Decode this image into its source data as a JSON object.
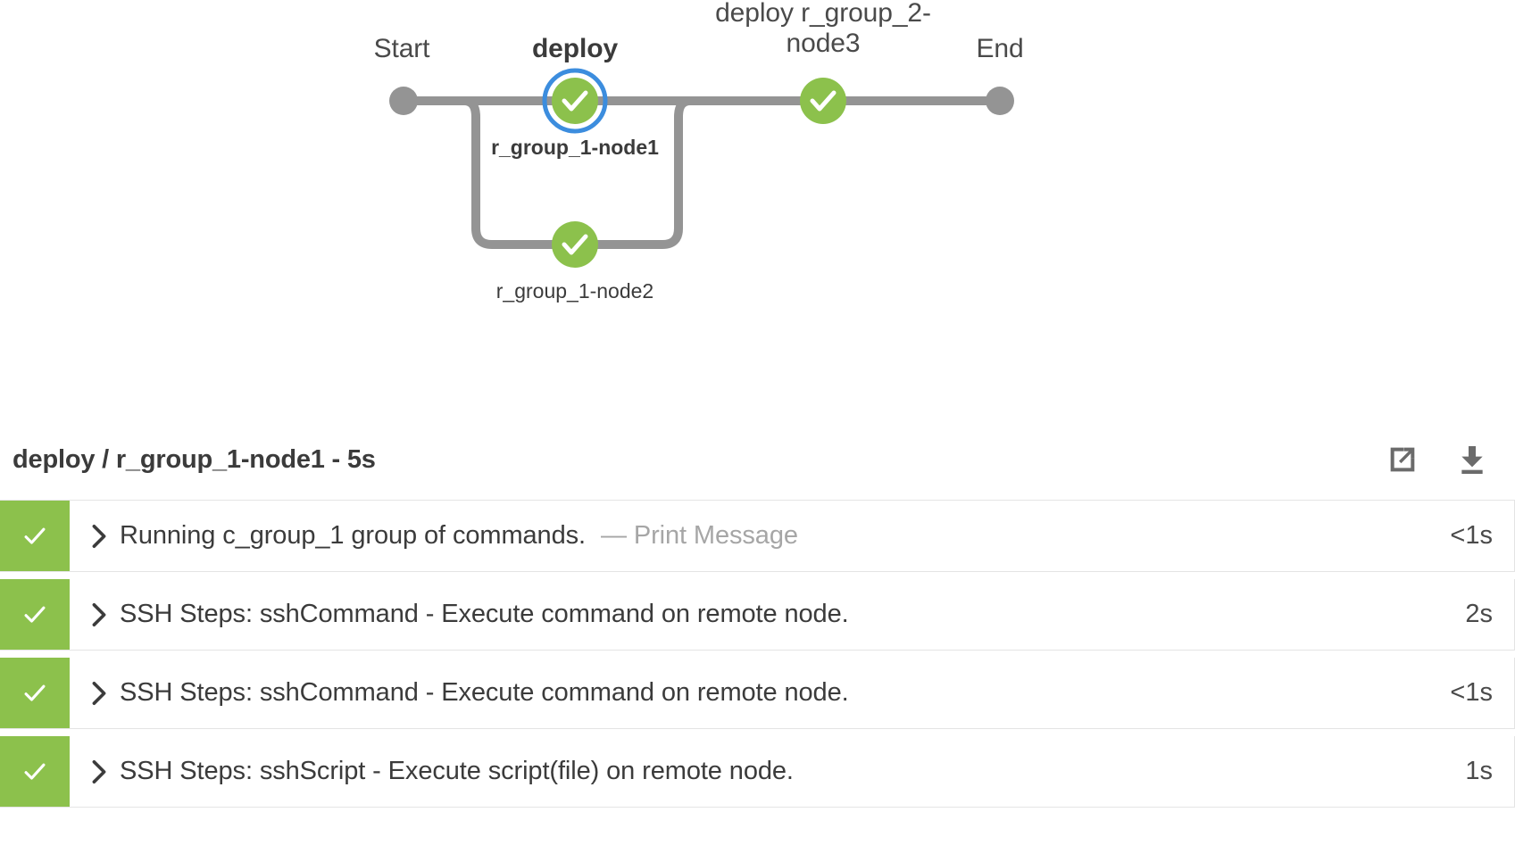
{
  "graph": {
    "start_label": "Start",
    "end_label": "End",
    "stages": [
      {
        "label": "deploy",
        "selected": true
      },
      {
        "label": "deploy r_group_2-\nnode3",
        "selected": false
      }
    ],
    "nodes": [
      {
        "label": "r_group_1-node1",
        "status": "success",
        "selected": true
      },
      {
        "label": "r_group_1-node2",
        "status": "success",
        "selected": false
      },
      {
        "label": "",
        "status": "success",
        "selected": false
      }
    ],
    "colors": {
      "success": "#8cc14c",
      "selected_ring": "#3c8dde",
      "connector": "#949494",
      "terminal_dot": "#949494"
    },
    "icons": {
      "node_success": "check-icon",
      "start_terminal": "start-dot-icon",
      "end_terminal": "end-dot-icon"
    }
  },
  "log": {
    "title": "deploy / r_group_1-node1 - 5s",
    "actions": [
      {
        "name": "open-in-new-window",
        "icon": "external-link-icon"
      },
      {
        "name": "download-logs",
        "icon": "download-icon"
      }
    ],
    "steps": [
      {
        "status": "success",
        "status_icon": "check-icon",
        "expand_icon": "chevron-right-icon",
        "text": "Running c_group_1 group of commands.",
        "suffix": "— Print Message",
        "duration": "<1s"
      },
      {
        "status": "success",
        "status_icon": "check-icon",
        "expand_icon": "chevron-right-icon",
        "text": "SSH Steps: sshCommand - Execute command on remote node.",
        "suffix": "",
        "duration": "2s"
      },
      {
        "status": "success",
        "status_icon": "check-icon",
        "expand_icon": "chevron-right-icon",
        "text": "SSH Steps: sshCommand - Execute command on remote node.",
        "suffix": "",
        "duration": "<1s"
      },
      {
        "status": "success",
        "status_icon": "check-icon",
        "expand_icon": "chevron-right-icon",
        "text": "SSH Steps: sshScript - Execute script(file) on remote node.",
        "suffix": "",
        "duration": "1s"
      }
    ]
  }
}
